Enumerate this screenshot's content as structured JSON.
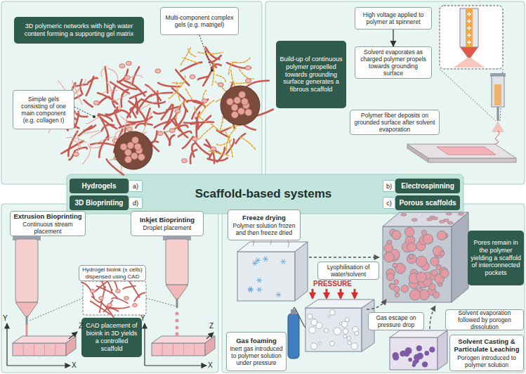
{
  "diagram": {
    "nodes": [
      {
        "text": [
          "3D polymeric networks with high water content forming a supporting gel matrix"
        ]
      },
      {
        "text": [
          "Multi-component complex gels (e.g. matrigel)"
        ]
      },
      {
        "text": [
          "Simple gels consisting of one main component (e.g. collagen I)"
        ]
      },
      {
        "text": [
          "Build-up of continuous polymer propelled towards grounding surface generates a fibrous scaffold"
        ]
      },
      {
        "text": [
          "High voltage applied to polymer at spinneret"
        ]
      },
      {
        "text": [
          "Solvent evaporates as charged polymer propels towards grounding surface"
        ]
      },
      {
        "text": [
          "Polymer fiber deposits on grounded surface after solvent evaporation"
        ]
      },
      {
        "text": [
          "Scaffold-based systems"
        ]
      },
      {
        "text": [
          "Hydrogels"
        ]
      },
      {
        "text": [
          "a)"
        ]
      },
      {
        "text": [
          "Electrospinning"
        ]
      },
      {
        "text": [
          "b)"
        ]
      },
      {
        "text": [
          "3D Bioprinting"
        ]
      },
      {
        "text": [
          "d)"
        ]
      },
      {
        "text": [
          "Porous scaffolds"
        ]
      },
      {
        "text": [
          "c)"
        ]
      },
      {
        "text": [
          "Extrusion Bioprinting",
          "Continuous stream placement"
        ]
      },
      {
        "text": [
          "Inkjet Bioprinting",
          "Droplet placement"
        ]
      },
      {
        "text": [
          "Hydrogel bioink (± cells) dispensed using CAD"
        ]
      },
      {
        "text": [
          "CAD placement of bioink in 3D yields a controlled scaffold"
        ]
      },
      {
        "text": [
          "Freeze drying",
          "Polymer solution frozen and then freeze dried"
        ]
      },
      {
        "text": [
          "Lyophilisation of water/solvent"
        ]
      },
      {
        "text": [
          "Pores remain in the polymer yielding a scaffold of interconnected pockets"
        ]
      },
      {
        "text": [
          "Gas escape on pressure drop"
        ]
      },
      {
        "text": [
          "Solvent evaporation followed by porogen dissolution"
        ]
      },
      {
        "text": [
          "Gas foaming",
          "Inert gas introduced to polymer solution under pressure"
        ]
      },
      {
        "text": [
          "Solvent Casting & Particulate Leaching",
          "Porogen introduced to polymer solution"
        ]
      }
    ],
    "edges": [
      {
        "from": 4,
        "to": 5,
        "arrow": "to"
      }
    ],
    "labels": [
      "Y",
      "Z",
      "X",
      "Y",
      "Z",
      "X",
      "PRESSURE"
    ]
  }
}
